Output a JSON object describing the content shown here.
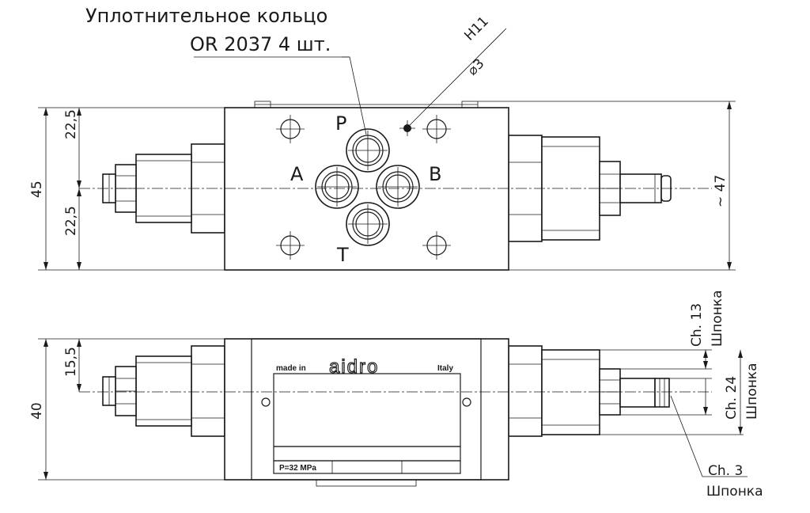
{
  "callout": {
    "line1": "Уплотнительное кольцо",
    "line2": "OR 2037 4 шт.",
    "bore": "⌀3",
    "tolerance": "H11"
  },
  "ports": {
    "p": "P",
    "a": "A",
    "b": "B",
    "t": "T"
  },
  "top_dims": {
    "total": "45",
    "half_upper": "22,5",
    "half_lower": "22,5",
    "right": "~ 47"
  },
  "bottom_dims": {
    "total": "40",
    "offset": "15,5"
  },
  "keys": {
    "ch13": "Ch. 13",
    "ch13_sub": "Шпонка",
    "ch24": "Ch. 24",
    "ch24_sub": "Шпонка",
    "ch3": "Ch. 3",
    "ch3_sub": "Шпонка"
  },
  "plate": {
    "made_in": "made in",
    "brand": "aidro",
    "country": "Italy",
    "pressure": "P=32 MPa"
  }
}
